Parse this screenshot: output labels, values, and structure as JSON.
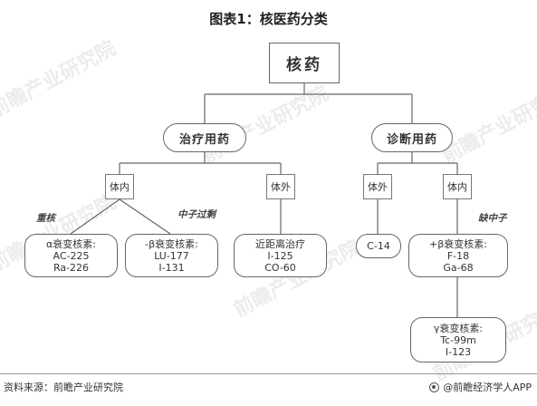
{
  "title": "图表1：核医药分类",
  "root": "核药",
  "branches": {
    "therapy": "治疗用药",
    "diagnosis": "诊断用药"
  },
  "sub": {
    "therapy_in": "体内",
    "therapy_out": "体外",
    "diag_out": "体外",
    "diag_in": "体内"
  },
  "annotations": {
    "heavy_nucleus": "重核",
    "neutron_excess": "中子过剩",
    "neutron_deficient": "缺中子"
  },
  "leaves": {
    "alpha": [
      "α衰变核素:",
      "AC-225",
      "Ra-226"
    ],
    "beta": [
      "-β衰变核素:",
      "LU-177",
      "I-131"
    ],
    "brachy": [
      "近距离治疗",
      "I-125",
      "CO-60"
    ],
    "c14": [
      "C-14"
    ],
    "betaplus": [
      "+β衰变核素:",
      "F-18",
      "Ga-68"
    ],
    "gamma": [
      "γ衰变核素:",
      "Tc-99m",
      "I-123"
    ]
  },
  "watermarks": [
    "前瞻产业研究院",
    "前瞻产业研究院",
    "前瞻产业研究院",
    "前瞻产业研究院",
    "前瞻产业研究院",
    "前瞻产业研究院"
  ],
  "footer": {
    "source": "资料来源：前瞻产业研究院",
    "brand": "@前瞻经济学人APP"
  }
}
